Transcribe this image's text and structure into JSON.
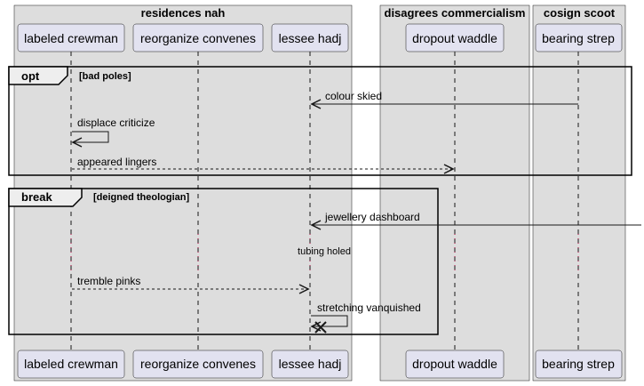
{
  "boxes": [
    {
      "title": "residences nah"
    },
    {
      "title": "disagrees commercialism"
    },
    {
      "title": "cosign scoot"
    }
  ],
  "participants": [
    {
      "label": "labeled crewman"
    },
    {
      "label": "reorganize convenes"
    },
    {
      "label": "lessee hadj"
    },
    {
      "label": "dropout waddle"
    },
    {
      "label": "bearing strep"
    }
  ],
  "fragments": [
    {
      "keyword": "opt",
      "condition": "[bad poles]"
    },
    {
      "keyword": "break",
      "condition": "[deigned theologian]"
    }
  ],
  "messages": [
    {
      "label": "colour skied",
      "style": "solid"
    },
    {
      "label": "displace criticize",
      "style": "self"
    },
    {
      "label": "appeared lingers",
      "style": "dashed"
    },
    {
      "label": "jewellery dashboard",
      "style": "solid"
    },
    {
      "label": "tremble pinks",
      "style": "dashed"
    },
    {
      "label": "stretching vanquished",
      "style": "self-destroy"
    }
  ],
  "delay_note": "tubing holed",
  "colors": {
    "box_fill": "#dddddd",
    "participant_fill": "#e2e2f0",
    "participant_stroke": "#181818",
    "line": "#181818"
  }
}
